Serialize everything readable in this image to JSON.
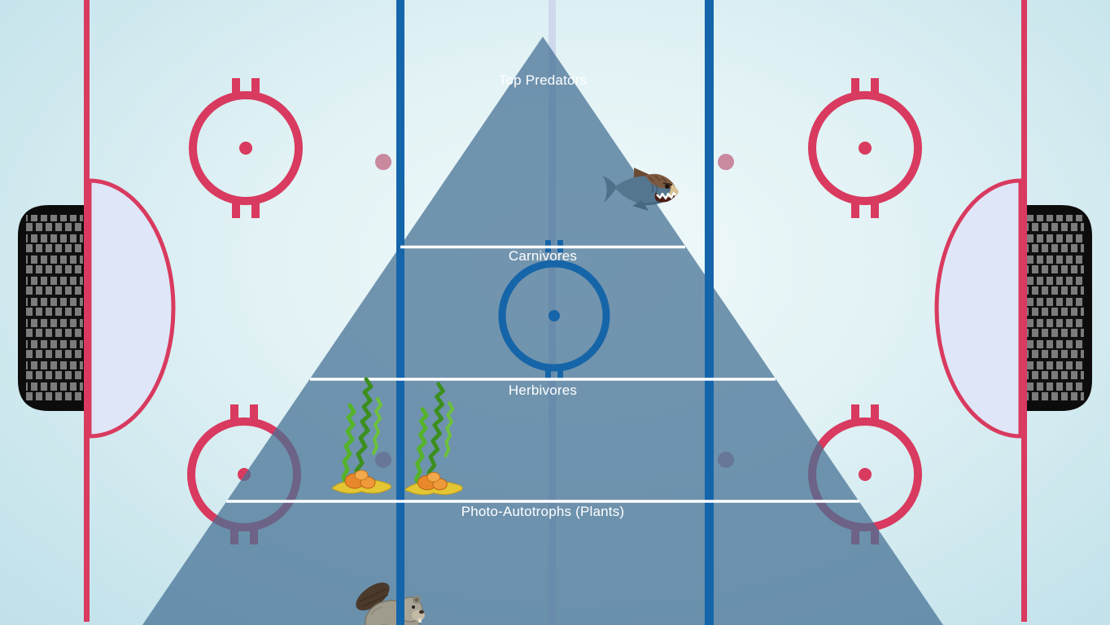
{
  "board": {
    "type": "hockey-rink-trophic-pyramid",
    "pyramid_levels": [
      {
        "label": "Top Predators"
      },
      {
        "label": "Carnivores"
      },
      {
        "label": "Herbivores"
      },
      {
        "label": "Photo-Autotrophs (Plants)"
      }
    ],
    "organisms": [
      {
        "name": "shark"
      },
      {
        "name": "seaweed"
      },
      {
        "name": "seaweed"
      },
      {
        "name": "beaver"
      }
    ]
  },
  "colors": {
    "ice_center": "#f1fafb",
    "ice_edge": "#c6e4ec",
    "red": "#d93a5f",
    "blue_line": "#1565ab",
    "center_blue": "#1565a8",
    "dot_pink": "#c9899f",
    "pyramid_fill": "rgba(70,114,149,0.74)",
    "crease_fill": "#dfe6f7",
    "center_line": "#ccd7ec",
    "white_line": "#ffffff",
    "goal_black": "#0c0c0c",
    "goal_mesh": "#7c7c7c",
    "label_text": "#ffffff"
  }
}
